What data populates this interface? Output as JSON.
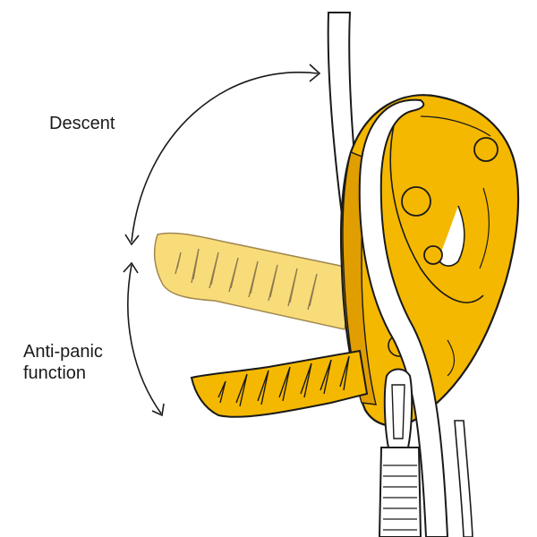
{
  "labels": {
    "descent": "Descent",
    "anti_panic_line1": "Anti-panic",
    "anti_panic_line2": "function"
  },
  "colors": {
    "device_yellow": "#f5b800",
    "device_shade": "#e09e00",
    "ghost_handle": "#f9dc7a",
    "outline": "#1a1a1a",
    "rope": "#ffffff",
    "background": "#ffffff"
  }
}
